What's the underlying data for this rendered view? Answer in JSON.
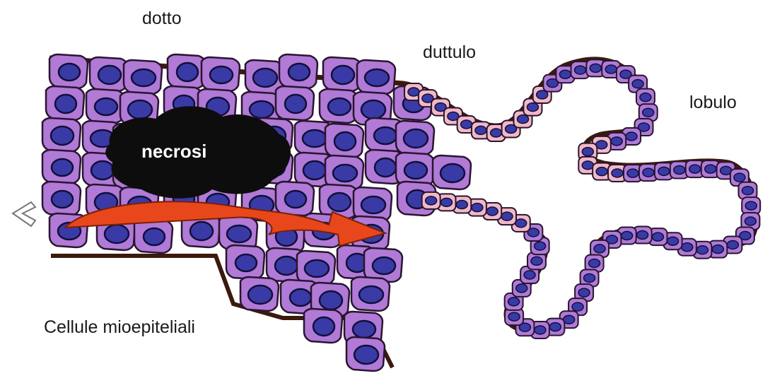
{
  "labels": {
    "dotto": "dotto",
    "duttulo": "duttulo",
    "lobulo": "lobulo",
    "necrosi": "necrosi",
    "cellule": "Cellule mioepiteliali"
  },
  "colors": {
    "ductal_cell": "#b07ad6",
    "ductal_cell_border": "#2a1530",
    "nucleus": "#3a3aa6",
    "nucleus_border": "#10103a",
    "lobular_cell": "#f2b8c6",
    "basement_membrane": "#3b1a0d",
    "necrosis": "#0d0d0d",
    "arrow": "#e8471c"
  }
}
